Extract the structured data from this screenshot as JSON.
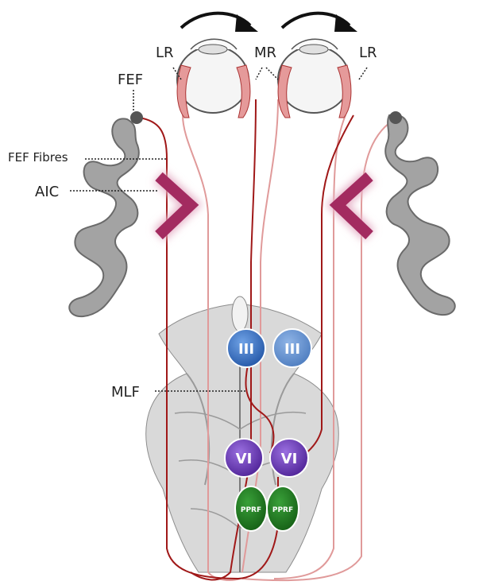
{
  "labels": {
    "fef": "FEF",
    "fef_fibres": "FEF Fibres",
    "aic": "AIC",
    "mlf": "MLF",
    "lr_left": "LR",
    "mr": "MR",
    "lr_right": "LR"
  },
  "nuclei": {
    "cn3_left": "III",
    "cn3_right": "III",
    "cn6_left": "VI",
    "cn6_right": "VI",
    "pprf_left": "PPRF",
    "pprf_right": "PPRF"
  },
  "colors": {
    "pathway_active": "#a01818",
    "pathway_faint": "#e09a9a",
    "cortex": "#a3a3a3",
    "aic": "#a32b60",
    "cn3": "#2f6bbf",
    "cn6": "#5a2fa3",
    "pprf": "#1f7a1f",
    "muscle": "#e59a9a"
  },
  "icons": [
    "eye-left-icon",
    "eye-right-icon",
    "rotation-arrow-icon",
    "brainstem-illustration"
  ]
}
